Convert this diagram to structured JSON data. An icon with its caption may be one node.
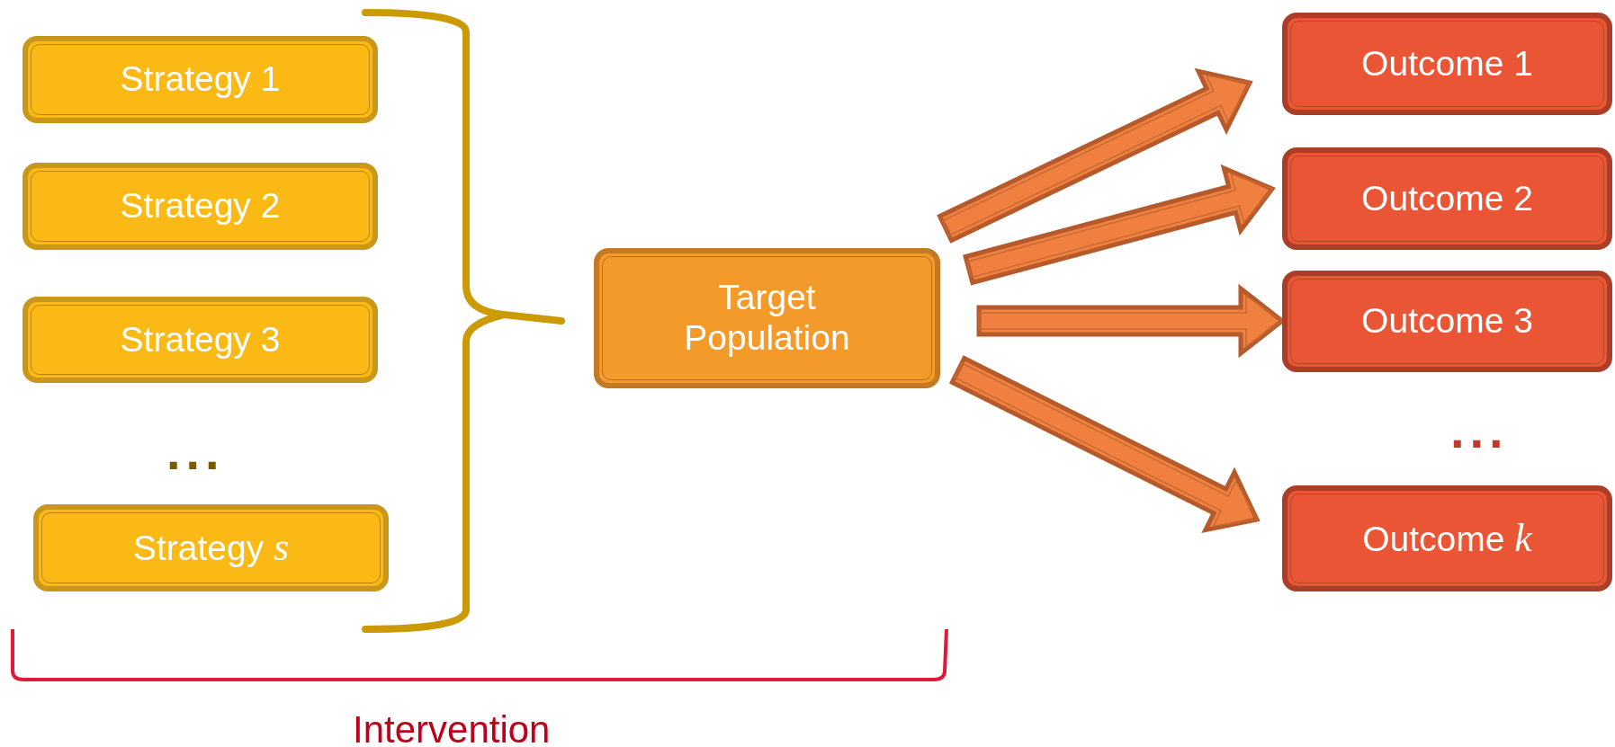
{
  "diagram": {
    "nodes": [
      {
        "text": [
          "Strategy 1"
        ]
      },
      {
        "text": [
          "Strategy 2"
        ]
      },
      {
        "text": [
          "Strategy 3"
        ]
      },
      {
        "text": [
          "Strategy *s*"
        ]
      },
      {
        "text": [
          "Target Population"
        ]
      },
      {
        "text": [
          "Outcome 1"
        ]
      },
      {
        "text": [
          "Outcome 2"
        ]
      },
      {
        "text": [
          "Outcome 3"
        ]
      },
      {
        "text": [
          "Outcome *k*"
        ]
      }
    ],
    "edges": [
      {
        "from": 4,
        "to": 5,
        "arrow": "to"
      },
      {
        "from": 4,
        "to": 6,
        "arrow": "to"
      },
      {
        "from": 4,
        "to": 7,
        "arrow": "to"
      },
      {
        "from": 4,
        "to": 8,
        "arrow": "to"
      }
    ],
    "labels": [
      "...",
      "...",
      "Intervention"
    ]
  }
}
